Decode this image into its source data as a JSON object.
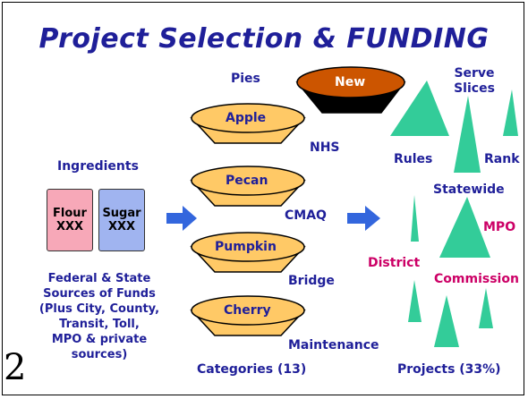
{
  "title": "Project Selection & FUNDING",
  "slide_number": "2",
  "ingredients": {
    "heading": "Ingredients",
    "flour": {
      "name": "Flour",
      "value": "XXX",
      "color": "#f7a8b8"
    },
    "sugar": {
      "name": "Sugar",
      "value": "XXX",
      "color": "#a0b4f0"
    },
    "sources": [
      "Federal & State",
      "Sources of Funds",
      "(Plus City, County,",
      "Transit, Toll,",
      "MPO & private",
      "sources)"
    ]
  },
  "pies": {
    "heading": "Pies",
    "new_label": "New",
    "items": [
      {
        "pie": "Apple",
        "category": "NHS"
      },
      {
        "pie": "Pecan",
        "category": "CMAQ"
      },
      {
        "pie": "Pumpkin",
        "category": "Bridge"
      },
      {
        "pie": "Cherry",
        "category": "Maintenance"
      }
    ],
    "footer": "Categories (13)"
  },
  "slices": {
    "heading_line1": "Serve",
    "heading_line2": "Slices",
    "labels": {
      "rules": "Rules",
      "rank": "Rank",
      "statewide": "Statewide",
      "mpo": "MPO",
      "district": "District",
      "commission": "Commission"
    },
    "footer": "Projects (33%)"
  },
  "colors": {
    "title_text": "#1f1f99",
    "pink_text": "#cc0066",
    "pie_fill": "#ffc966",
    "new_pie_fill": "#cc5500",
    "arrow": "#3366dd",
    "slice": "#33cc99"
  }
}
